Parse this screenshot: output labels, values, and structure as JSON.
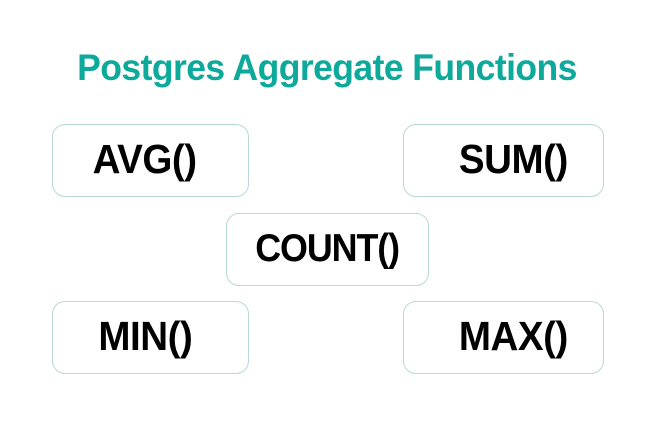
{
  "page": {
    "title": "Postgres Aggregate Functions",
    "background_color": "#ffffff",
    "title_color": "#0daa9b"
  },
  "style": {
    "box_background": "#ffffff",
    "box_border_color": "#b8d9d5",
    "label_color": "#000000"
  },
  "functions": [
    {
      "label": "AVG()",
      "name": "avg",
      "row": 1,
      "column": "left"
    },
    {
      "label": "SUM()",
      "name": "sum",
      "row": 1,
      "column": "right"
    },
    {
      "label": "COUNT()",
      "name": "count",
      "row": 2,
      "column": "center"
    },
    {
      "label": "MIN()",
      "name": "min",
      "row": 3,
      "column": "left"
    },
    {
      "label": "MAX()",
      "name": "max",
      "row": 3,
      "column": "right"
    }
  ]
}
